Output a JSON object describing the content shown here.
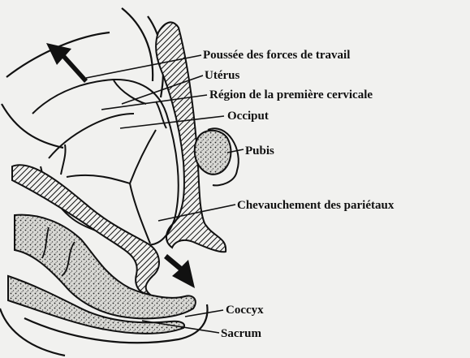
{
  "labels": {
    "pushing_forces": "Poussée des forces de travail",
    "uterus": "Utérus",
    "first_cervical_region": "Région de la première cervicale",
    "occiput": "Occiput",
    "pubis": "Pubis",
    "parietal_overlap": "Chevauchement des pariétaux",
    "coccyx": "Coccyx",
    "sacrum": "Sacrum"
  },
  "colors": {
    "ink": "#111111",
    "paper": "#f1f1ef"
  }
}
